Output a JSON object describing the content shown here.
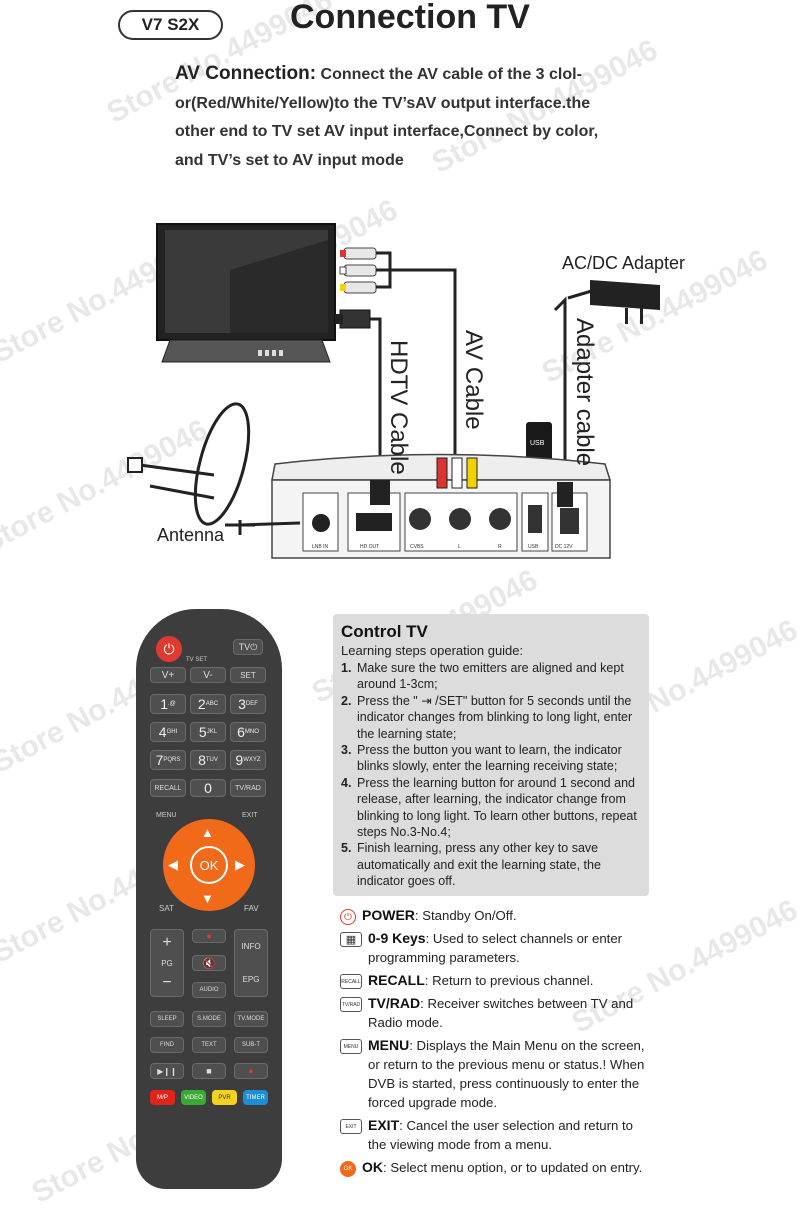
{
  "header": {
    "model_tag": "V7 S2X",
    "title": "Connection TV"
  },
  "intro": {
    "lead": "AV Connection:",
    "line1": " Connect the AV cable of the 3 clol-",
    "line2": "or(Red/White/Yellow)to the TV’sAV output interface.the",
    "line3": "other end to TV set AV input interface,Connect by color,",
    "line4": "and TV’s set to AV input mode"
  },
  "diagram": {
    "adapter_label": "AC/DC Adapter",
    "hdtv_label": "HDTV Cable",
    "av_label": "AV Cable",
    "adapter_cable_label": "Adapter cable",
    "antenna_label": "Antenna",
    "usb_stick_label": "USB",
    "ports": [
      "LNB IN",
      "HD OUT",
      "CVBS",
      "L",
      "R",
      "USB",
      "DC 12V"
    ]
  },
  "watermark": "Store No.4499046",
  "remote": {
    "tvset_label": "TV SET",
    "tv_power": "TV⏻",
    "v_plus": "V+",
    "v_minus": "V-",
    "set": "SET",
    "numbers": [
      {
        "n": "1",
        "s": ".@"
      },
      {
        "n": "2",
        "s": "ABC"
      },
      {
        "n": "3",
        "s": "DEF"
      },
      {
        "n": "4",
        "s": "GHI"
      },
      {
        "n": "5",
        "s": "JKL"
      },
      {
        "n": "6",
        "s": "MNO"
      },
      {
        "n": "7",
        "s": "PQRS"
      },
      {
        "n": "8",
        "s": "TUV"
      },
      {
        "n": "9",
        "s": "WXYZ"
      }
    ],
    "recall": "RECALL",
    "zero": "0",
    "tvrad": "TV/RAD",
    "menu": "MENU",
    "exit": "EXIT",
    "ok": "OK",
    "sat": "SAT",
    "fav": "FAV",
    "pg": "PG",
    "info": "INFO",
    "epg": "EPG",
    "audio": "AUDIO",
    "sleep": "SLEEP",
    "smode": "S.MODE",
    "tvmode": "TV.MODE",
    "find": "FIND",
    "text": "TEXT",
    "subt": "SUB-T",
    "play_pause": "▶❙❙",
    "stop": "■",
    "record": "●",
    "mp": "M/P",
    "video": "VIDEO",
    "pvr": "PVR",
    "timer": "TIMER"
  },
  "control_tv": {
    "title": "Control TV",
    "subtitle": "Learning steps operation guide:",
    "steps": [
      {
        "n": "1.",
        "text": "Make sure the two emitters are aligned and kept around 1-3cm;"
      },
      {
        "n": "2.",
        "text": "Press the \" ⇥ /SET\" button for 5 seconds until the indicator changes from blinking to long light, enter the learning state;"
      },
      {
        "n": "3.",
        "text": "Press the button you want to learn, the indicator blinks slowly, enter the learning receiving state;"
      },
      {
        "n": "4.",
        "text": "Press the learning button for around 1 second and release, after learning, the indicator change from blinking to long light. To learn other buttons, repeat steps No.3-No.4;"
      },
      {
        "n": "5.",
        "text": "Finish learning, press any other key to save automatically and exit the learning state, the indicator goes off."
      }
    ]
  },
  "keys": [
    {
      "icon": "⏻",
      "name": "POWER",
      "desc": ": Standby On/Off."
    },
    {
      "icon": "▦",
      "name": "0-9 Keys",
      "desc": ": Used to select channels or enter programming parameters."
    },
    {
      "icon": "RECALL",
      "name": "RECALL",
      "desc": ": Return to previous channel."
    },
    {
      "icon": "TV/RAD",
      "name": "TV/RAD",
      "desc": ": Receiver switches between TV and Radio mode."
    },
    {
      "icon": "MENU",
      "name": "MENU",
      "desc": ": Displays the Main Menu on the screen, or return to the previous menu or status.! When DVB is started, press continuously to enter the forced upgrade mode."
    },
    {
      "icon": "EXIT",
      "name": "EXIT",
      "desc": ":  Cancel the user selection and return to the viewing mode from a menu."
    },
    {
      "icon": "OK",
      "name": "OK",
      "desc": ": Select menu option, or to updated on entry."
    }
  ],
  "colors": {
    "remote_body": "#3d3d3d",
    "power_red": "#e03a2f",
    "nav_orange": "#f06a1a",
    "key_red": "#e2231a",
    "key_green": "#3aaa35",
    "key_yellow": "#f4d21f",
    "key_blue": "#1c8ed6",
    "control_box": "#dcdcdc"
  }
}
